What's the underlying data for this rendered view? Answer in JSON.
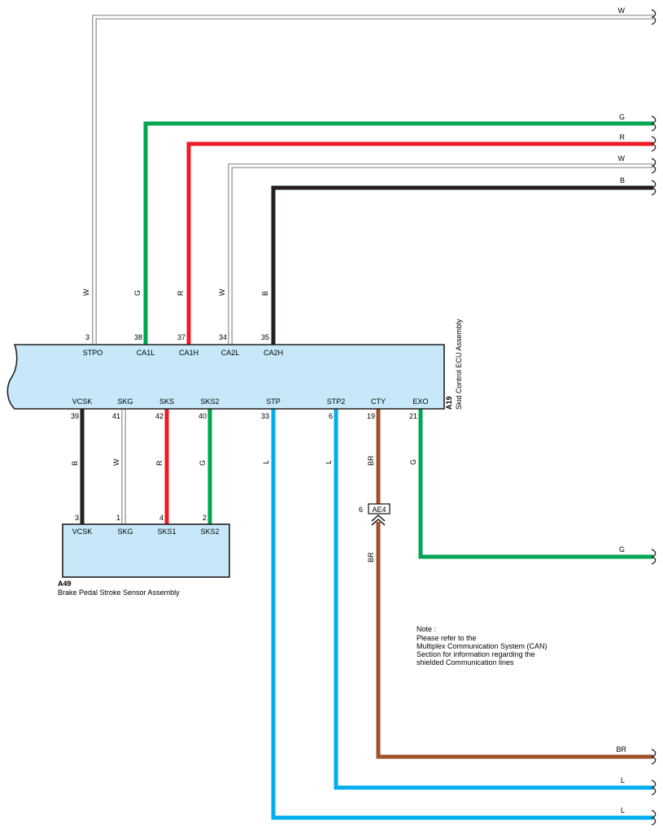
{
  "colors": {
    "W": "#ffffff",
    "G": "#00a651",
    "R": "#ed1c24",
    "B": "#231f20",
    "L": "#00aeef",
    "BR": "#a0522d",
    "body": "#c6e8f8"
  },
  "ecu": {
    "code": "A19",
    "name": "Skid Control ECU Assembly",
    "top_pins": [
      {
        "pin": "3",
        "signal": "STPO",
        "color": "W"
      },
      {
        "pin": "38",
        "signal": "CA1L",
        "color": "G"
      },
      {
        "pin": "37",
        "signal": "CA1H",
        "color": "R"
      },
      {
        "pin": "34",
        "signal": "CA2L",
        "color": "W"
      },
      {
        "pin": "35",
        "signal": "CA2H",
        "color": "B"
      }
    ],
    "bottom_pins": [
      {
        "pin": "39",
        "signal": "VCSK",
        "color": "B"
      },
      {
        "pin": "41",
        "signal": "SKG",
        "color": "W"
      },
      {
        "pin": "42",
        "signal": "SKS",
        "color": "R"
      },
      {
        "pin": "40",
        "signal": "SKS2",
        "color": "G"
      },
      {
        "pin": "33",
        "signal": "STP",
        "color": "L"
      },
      {
        "pin": "6",
        "signal": "STP2",
        "color": "L"
      },
      {
        "pin": "19",
        "signal": "CTY",
        "color": "BR"
      },
      {
        "pin": "21",
        "signal": "EXO",
        "color": "G"
      }
    ]
  },
  "sensor": {
    "code": "A49",
    "name": "Brake Pedal Stroke Sensor Assembly",
    "pins": [
      {
        "pin": "3",
        "signal": "VCSK"
      },
      {
        "pin": "1",
        "signal": "SKG"
      },
      {
        "pin": "4",
        "signal": "SKS1"
      },
      {
        "pin": "2",
        "signal": "SKS2"
      }
    ]
  },
  "junction": {
    "code": "AE4",
    "pin": "6"
  },
  "lower_wire_labels": [
    "BR"
  ],
  "right_exits": [
    "W",
    "G",
    "R",
    "W",
    "B",
    "G",
    "BR",
    "L",
    "L"
  ],
  "note": {
    "lines": [
      "Note :",
      "Please refer to the",
      "Multiplex Communication System (CAN)",
      "Section for information regarding the",
      "shielded Communication lines"
    ]
  }
}
